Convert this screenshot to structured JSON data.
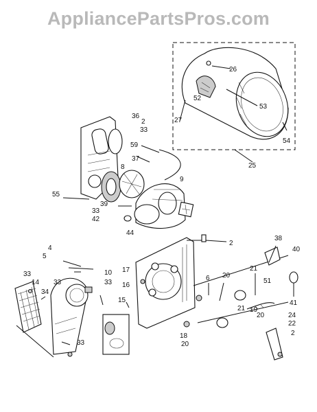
{
  "watermark": "AppliancePartsPros.com",
  "callouts": {
    "c2a": "2",
    "c2b": "2",
    "c2c": "2",
    "c4": "4",
    "c5": "5",
    "c6": "6",
    "c8": "8",
    "c9": "9",
    "c10": "10",
    "c14": "14",
    "c15": "15",
    "c16": "16",
    "c17": "17",
    "c18": "18",
    "c19": "19",
    "c20a": "20",
    "c20b": "20",
    "c20c": "20",
    "c21a": "21",
    "c21b": "21",
    "c22": "22",
    "c24": "24",
    "c25": "25",
    "c26": "26",
    "c27": "27",
    "c33a": "33",
    "c33b": "33",
    "c33c": "33",
    "c33d": "33",
    "c33e": "33",
    "c33f": "33",
    "c34": "34",
    "c36": "36",
    "c37": "37",
    "c38": "38",
    "c39": "39",
    "c40": "40",
    "c41": "41",
    "c42": "42",
    "c44": "44",
    "c51": "51",
    "c52": "52",
    "c53": "53",
    "c54": "54",
    "c55": "55",
    "c59": "59"
  }
}
